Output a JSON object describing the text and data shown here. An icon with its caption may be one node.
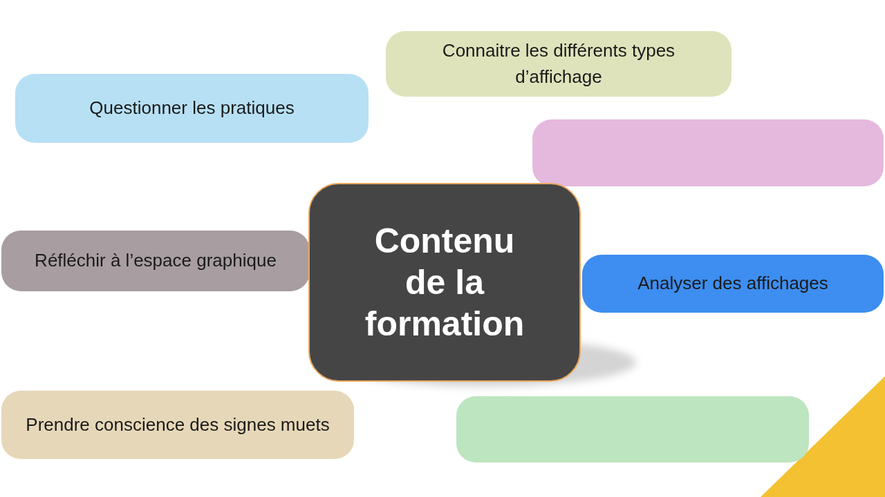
{
  "diagram": {
    "nodes": [
      {
        "text": [
          "Connaitre les différents types d’affichage"
        ]
      },
      {
        "text": [
          "Questionner les pratiques"
        ]
      },
      {
        "text": [],
        "shape": "box"
      },
      {
        "text": [
          "Réfléchir à l’espace graphique"
        ]
      },
      {
        "text": [
          "Contenu de la formation"
        ]
      },
      {
        "text": [
          "Analyser des affichages"
        ]
      },
      {
        "text": [
          "Prendre conscience des signes muets"
        ]
      },
      {
        "text": [],
        "shape": "box"
      }
    ]
  }
}
